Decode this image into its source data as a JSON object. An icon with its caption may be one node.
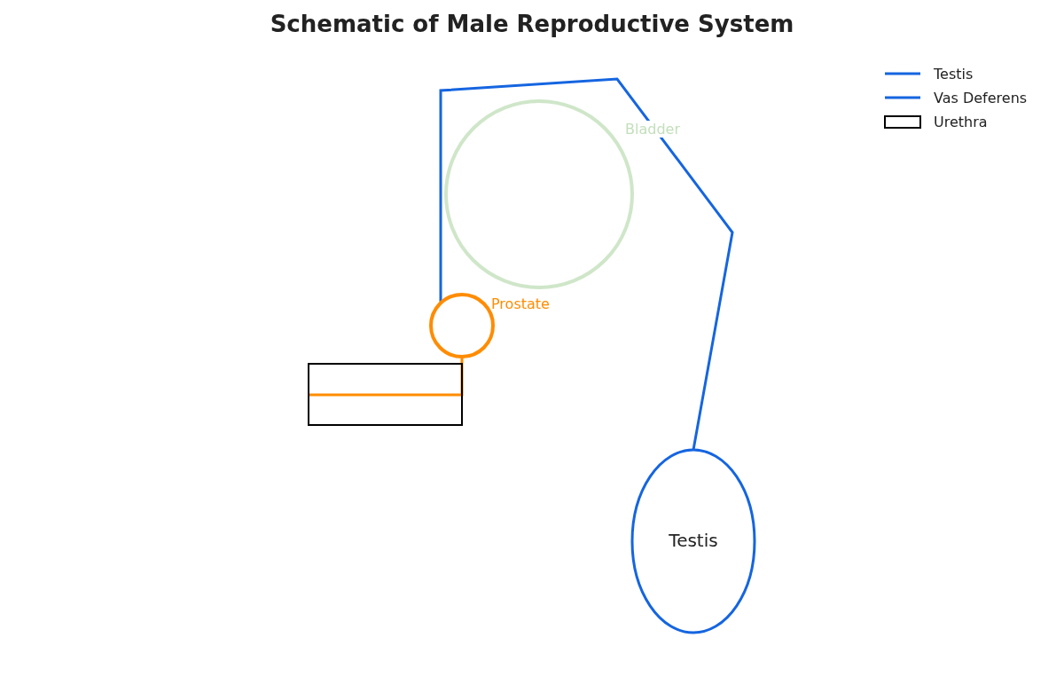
{
  "diagram": {
    "title": "Schematic of Male Reproductive System",
    "nodes": [
      {
        "text": [
          "Bladder"
        ]
      },
      {
        "text": [
          "Prostate"
        ]
      },
      {
        "text": [],
        "shape": "box"
      },
      {
        "text": [
          "Testis"
        ]
      }
    ],
    "edges": [
      {
        "from": 3,
        "to": 1,
        "arrow": "none",
        "color": "#1565e0"
      },
      {
        "from": 1,
        "to": 2,
        "arrow": "none",
        "color": "#ff8c00"
      }
    ],
    "legend": [
      {
        "text": "Testis"
      },
      {
        "text": "Vas Deferens"
      },
      {
        "text": "Urethra"
      }
    ]
  }
}
